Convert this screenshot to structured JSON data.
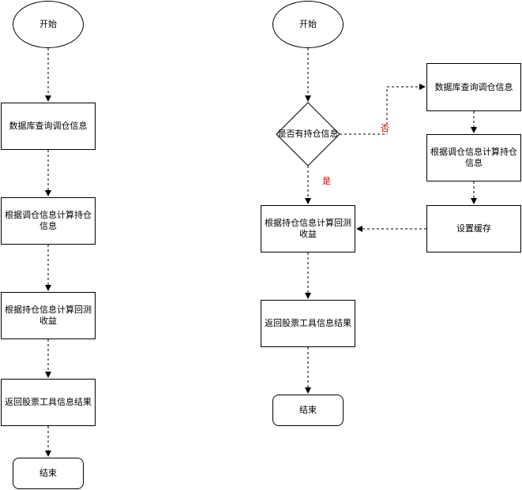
{
  "left_flow": {
    "start": "开始",
    "step1": "数据库查询调仓信息",
    "step2": "根据调仓信息计算持仓信息",
    "step3": "根据持仓信息计算回测收益",
    "step4": "返回股票工具信息结果",
    "end": "结束"
  },
  "right_flow": {
    "start": "开始",
    "decision": "是否有持仓信息",
    "no_label": "否",
    "yes_label": "是",
    "query": "数据库查询调仓信息",
    "calc_position": "根据调仓信息计算持仓信息",
    "set_cache": "设置缓存",
    "calc_return": "根据持仓信息计算回测收益",
    "return_result": "返回股票工具信息结果",
    "end": "结束"
  },
  "colors": {
    "stroke": "#000000",
    "label": "#cc0000"
  }
}
